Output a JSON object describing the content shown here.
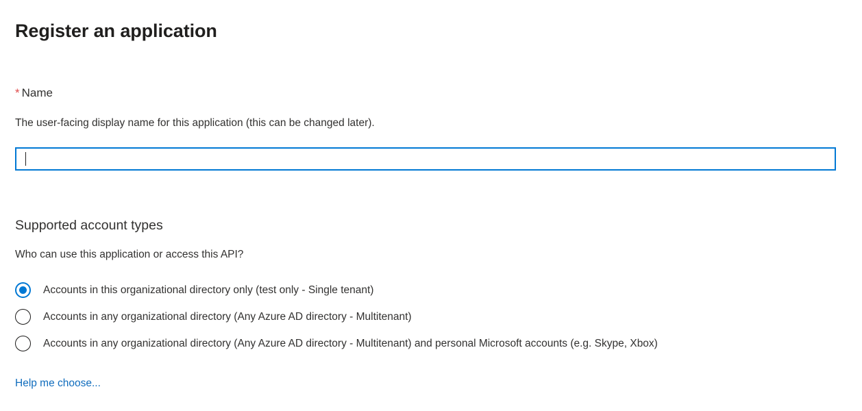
{
  "page": {
    "title": "Register an application"
  },
  "name_field": {
    "required_marker": "*",
    "label": "Name",
    "description": "The user-facing display name for this application (this can be changed later).",
    "value": "",
    "placeholder": "",
    "focused": true,
    "border_color": "#0078d4"
  },
  "supported_account_types": {
    "heading": "Supported account types",
    "description": "Who can use this application or access this API?",
    "selected_index": 0,
    "options": [
      {
        "label": "Accounts in this organizational directory only (test only - Single tenant)",
        "selected": true
      },
      {
        "label": "Accounts in any organizational directory (Any Azure AD directory - Multitenant)",
        "selected": false
      },
      {
        "label": "Accounts in any organizational directory (Any Azure AD directory - Multitenant) and personal Microsoft accounts (e.g. Skype, Xbox)",
        "selected": false
      }
    ]
  },
  "help_link": {
    "label": "Help me choose...",
    "color": "#0f6cbd"
  },
  "colors": {
    "accent": "#0078d4",
    "link": "#0f6cbd",
    "required": "#e04c4c",
    "text": "#323130",
    "title": "#201f1e",
    "background": "#ffffff"
  }
}
